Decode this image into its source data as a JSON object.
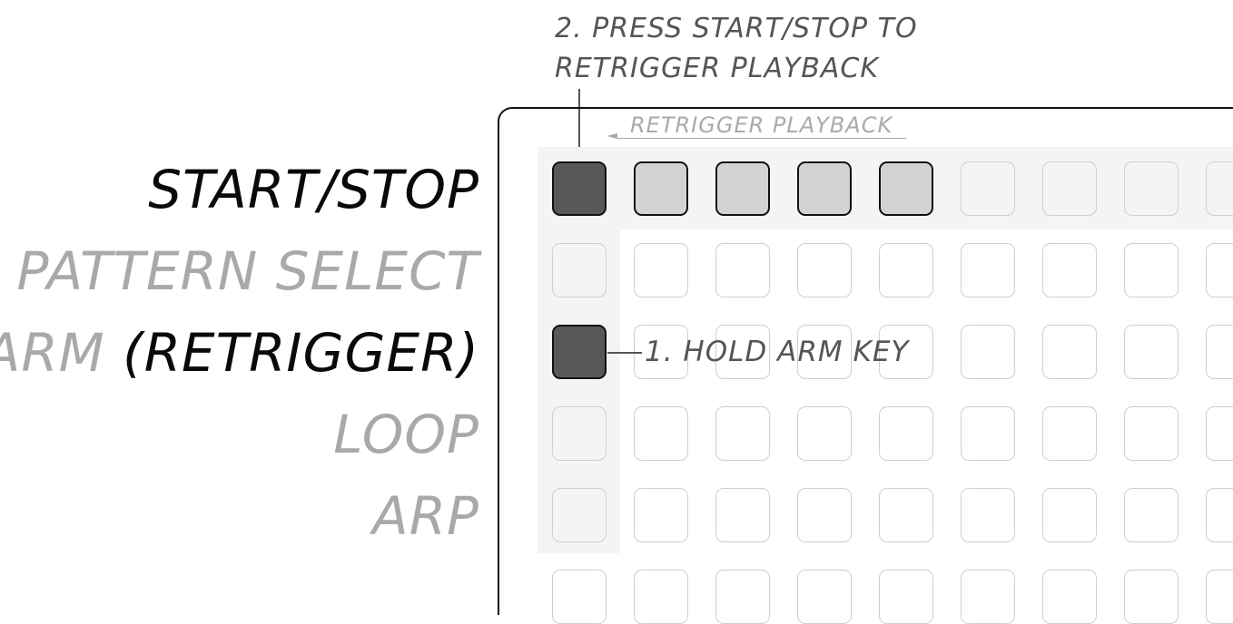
{
  "row_labels": [
    {
      "text": "START/STOP",
      "tone": "dark"
    },
    {
      "text": "PATTERN SELECT",
      "tone": "grey"
    },
    {
      "prefix": "ARM",
      "suffix": "(RETRIGGER)"
    },
    {
      "text": "LOOP",
      "tone": "grey"
    },
    {
      "text": "ARP",
      "tone": "grey"
    }
  ],
  "annotations": {
    "step_two_line1": "2. PRESS START/STOP TO",
    "step_two_line2": "RETRIGGER PLAYBACK",
    "retrigger_label": "RETRIGGER PLAYBACK",
    "step_one": "1. HOLD ARM KEY"
  },
  "grid": {
    "rows": 6,
    "cols": 9,
    "dark_keys": [
      [
        0,
        0
      ],
      [
        2,
        0
      ]
    ],
    "light_keys": [
      [
        0,
        1
      ],
      [
        0,
        2
      ],
      [
        0,
        3
      ],
      [
        0,
        4
      ]
    ],
    "highlighted_rows": [
      0
    ],
    "highlighted_cols": [
      0
    ]
  },
  "colors": {
    "dark_key": "#585858",
    "light_key": "#d3d3d3",
    "highlight": "#f4f4f4",
    "label_dark": "#0a0a0a",
    "label_grey": "#a9a9a9"
  }
}
